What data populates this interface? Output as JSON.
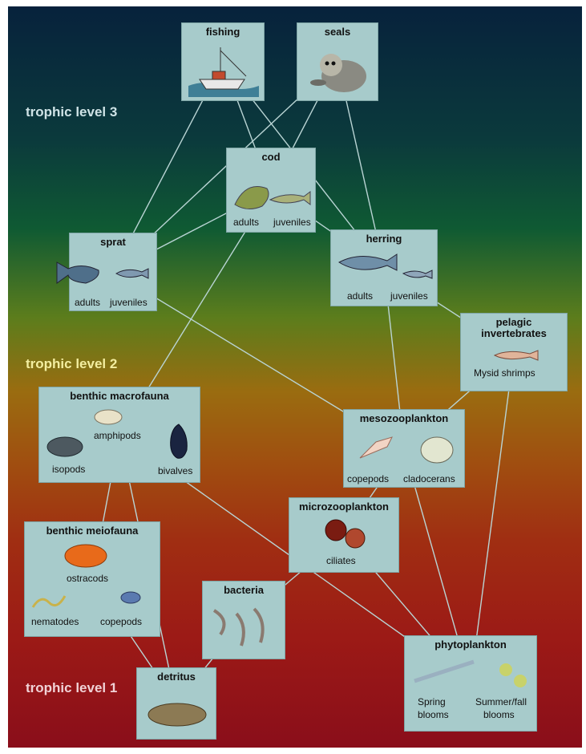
{
  "levels": {
    "level3": "trophic level 3",
    "level2": "trophic level 2",
    "level1": "trophic level 1"
  },
  "level_colors": {
    "level3": "#cfe3e6",
    "level2": "#f3eea0",
    "level1": "#f1d2d6"
  },
  "nodes": {
    "fishing": {
      "title": "fishing"
    },
    "seals": {
      "title": "seals"
    },
    "cod": {
      "title": "cod",
      "labels": [
        "adults",
        "juveniles"
      ]
    },
    "sprat": {
      "title": "sprat",
      "labels": [
        "adults",
        "juveniles"
      ]
    },
    "herring": {
      "title": "herring",
      "labels": [
        "adults",
        "juveniles"
      ]
    },
    "pelagic": {
      "title_line1": "pelagic",
      "title_line2": "invertebrates",
      "labels": [
        "Mysid shrimps"
      ]
    },
    "macrofauna": {
      "title": "benthic macrofauna",
      "labels": [
        "amphipods",
        "isopods",
        "bivalves"
      ]
    },
    "mesozoo": {
      "title": "mesozooplankton",
      "labels": [
        "copepods",
        "cladocerans"
      ]
    },
    "microzoo": {
      "title": "microzooplankton",
      "labels": [
        "ciliates"
      ]
    },
    "meiofauna": {
      "title": "benthic meiofauna",
      "labels": [
        "ostracods",
        "nematodes",
        "copepods"
      ]
    },
    "bacteria": {
      "title": "bacteria"
    },
    "detritus": {
      "title": "detritus"
    },
    "phyto": {
      "title": "phytoplankton",
      "labels": [
        "Spring",
        "blooms",
        "Summer/fall",
        "blooms"
      ]
    }
  },
  "links": [
    [
      "fishing",
      "sprat"
    ],
    [
      "fishing",
      "cod"
    ],
    [
      "fishing",
      "herring"
    ],
    [
      "seals",
      "sprat"
    ],
    [
      "seals",
      "cod"
    ],
    [
      "seals",
      "herring"
    ],
    [
      "cod",
      "sprat"
    ],
    [
      "cod",
      "herring"
    ],
    [
      "cod",
      "macrofauna"
    ],
    [
      "sprat",
      "mesozoo"
    ],
    [
      "herring",
      "mesozoo"
    ],
    [
      "herring",
      "pelagic"
    ],
    [
      "pelagic",
      "mesozoo"
    ],
    [
      "pelagic",
      "phyto"
    ],
    [
      "mesozoo",
      "microzoo"
    ],
    [
      "mesozoo",
      "phyto"
    ],
    [
      "macrofauna",
      "meiofauna"
    ],
    [
      "macrofauna",
      "detritus"
    ],
    [
      "macrofauna",
      "phyto"
    ],
    [
      "microzoo",
      "bacteria"
    ],
    [
      "microzoo",
      "phyto"
    ],
    [
      "meiofauna",
      "detritus"
    ],
    [
      "bacteria",
      "detritus"
    ]
  ]
}
